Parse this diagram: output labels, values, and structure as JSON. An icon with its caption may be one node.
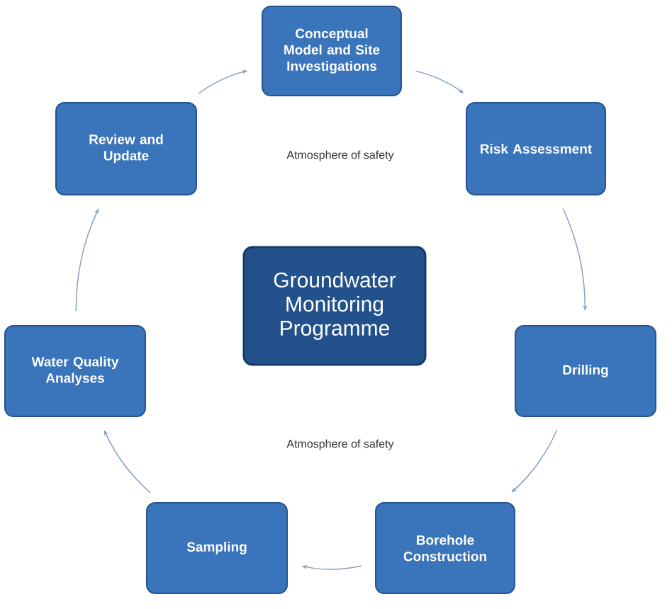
{
  "diagram": {
    "nodes": [
      {
        "text": [
          "Groundwater Monitoring Programme"
        ]
      },
      {
        "text": [
          "Conceptual Model and Site Investigations"
        ]
      },
      {
        "text": [
          "Risk Assessment"
        ]
      },
      {
        "text": [
          "Drilling"
        ]
      },
      {
        "text": [
          "Borehole Construction"
        ]
      },
      {
        "text": [
          "Sampling"
        ]
      },
      {
        "text": [
          "Water Quality Analyses"
        ]
      },
      {
        "text": [
          "Review and Update"
        ]
      }
    ],
    "edges": [
      {
        "from": 1,
        "to": 2,
        "arrow": "to"
      },
      {
        "from": 2,
        "to": 3,
        "arrow": "to"
      },
      {
        "from": 3,
        "to": 4,
        "arrow": "to"
      },
      {
        "from": 4,
        "to": 5,
        "arrow": "to"
      },
      {
        "from": 5,
        "to": 6,
        "arrow": "to"
      },
      {
        "from": 6,
        "to": 7,
        "arrow": "to"
      },
      {
        "from": 7,
        "to": 1,
        "arrow": "to"
      }
    ],
    "labels": [
      "Atmosphere of safety",
      "Atmosphere of safety"
    ]
  }
}
